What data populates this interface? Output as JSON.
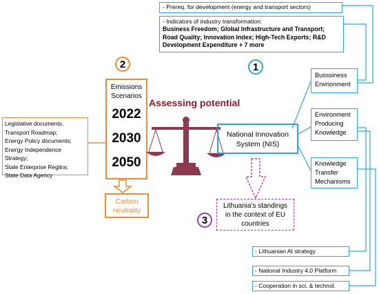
{
  "title": "Assessing potential",
  "badges": {
    "one": "1",
    "two": "2",
    "three": "3"
  },
  "top_prereq": "- Prereq. for development (energy and transport sectors)",
  "indicators": {
    "heading": "- Indicators of industry transformation:",
    "list": "Business Freedom; Global Infrastructure and Transport; Road Quality; Innovation Index; High-Tech Exports; R&D Development Expenditure + 7 more"
  },
  "nis": {
    "line1": "National Innovation",
    "line2": "System (NIS)"
  },
  "right_boxes": [
    {
      "line1": "Busssiness",
      "line2": "Envrionment",
      "line3": ""
    },
    {
      "line1": "Environment",
      "line2": "Producing",
      "line3": "Knowledge"
    },
    {
      "line1": "Knowledge",
      "line2": "Transfer",
      "line3": "Mechanisms"
    }
  ],
  "bottom_items": [
    "- Lithuanian AI strategy",
    "- National Industry 4.0 Platform",
    "- Cooperation in sci. & technol."
  ],
  "scenarios": {
    "heading1": "Emissions",
    "heading2": "Scenarios",
    "years": [
      "2022",
      "2030",
      "2050"
    ],
    "result1": "Carbon",
    "result2": "neutrality"
  },
  "sources": [
    "Legislative documents,",
    "Transport Roadmap;",
    "Energy Policy documents;",
    "Energy Independence Strategy;",
    "State Enterprise Regitra;",
    "State Data Agency"
  ],
  "standings": {
    "line1": "Lithuania's standings",
    "line2": "in the context of EU",
    "line3": "countries"
  },
  "colors": {
    "blue": "#2aa6e0",
    "orange": "#f28a2e",
    "purple": "#9b3fb5",
    "title": "#8b1e2a",
    "scale": "#8c3a4e"
  }
}
